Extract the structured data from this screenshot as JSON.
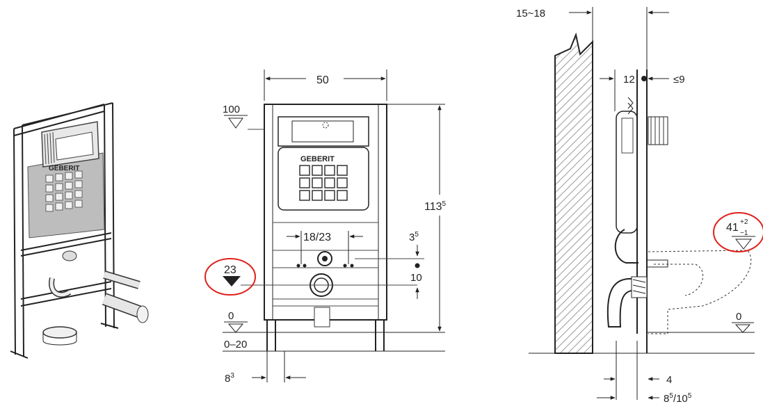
{
  "brand": {
    "logo_text": "GEBERIT"
  },
  "front_view": {
    "width_label": "50",
    "height_label": "113",
    "height_label_sup": "5",
    "level_100": "100",
    "level_23": "23",
    "level_0": "0",
    "adjust_range": "0–20",
    "spacing_label": "18/23",
    "offset_top": "3",
    "offset_top_sup": "5",
    "offset_bottom": "10",
    "foot_label": "8",
    "foot_label_sup": "3"
  },
  "side_view": {
    "wall_range": "15~18",
    "gap_12": "12",
    "gap_max": "≤9",
    "seat_height": "41",
    "seat_tol_plus": "+2",
    "seat_tol_minus": "−1",
    "level_0": "0",
    "bottom_4": "4",
    "bottom_depth": "8",
    "bottom_depth_sup1": "5",
    "bottom_depth_mid": "/10",
    "bottom_depth_sup2": "5"
  },
  "highlight_color": "#e0201b"
}
